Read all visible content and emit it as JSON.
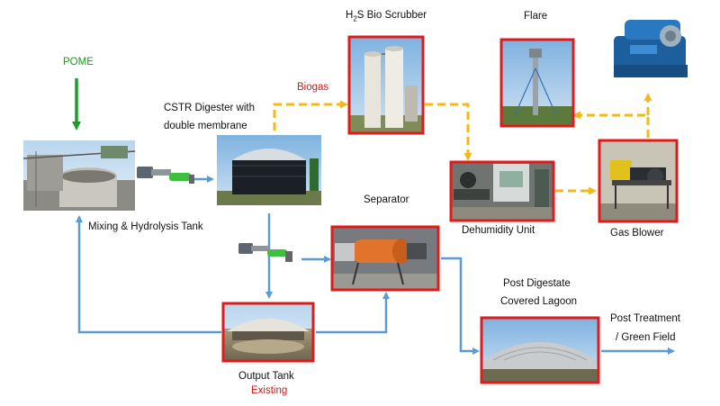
{
  "labels": {
    "pome": "POME",
    "mixing": "Mixing & Hydrolysis Tank",
    "cstr_line1": "CSTR Digester with",
    "cstr_line2": "double membrane",
    "biogas": "Biogas",
    "scrubber_prefix": "H",
    "scrubber_sub": "2",
    "scrubber_suffix": "S Bio Scrubber",
    "flare": "Flare",
    "dehumidity": "Dehumidity Unit",
    "gas_blower": "Gas Blower",
    "separator": "Separator",
    "post_line1": "Post Digestate",
    "post_line2": "Covered Lagoon",
    "post_treatment_line1": "Post Treatment",
    "post_treatment_line2": "/ Green Field",
    "output_tank": "Output Tank",
    "existing": "Existing"
  },
  "colors": {
    "liquid_flow": "#5b9bd5",
    "gas_flow": "#f2b91e",
    "feed_flow": "#1f9b2a",
    "highlight_border": "#e01b1b",
    "label_red": "#d01818",
    "label_green": "#1a9b1a"
  }
}
